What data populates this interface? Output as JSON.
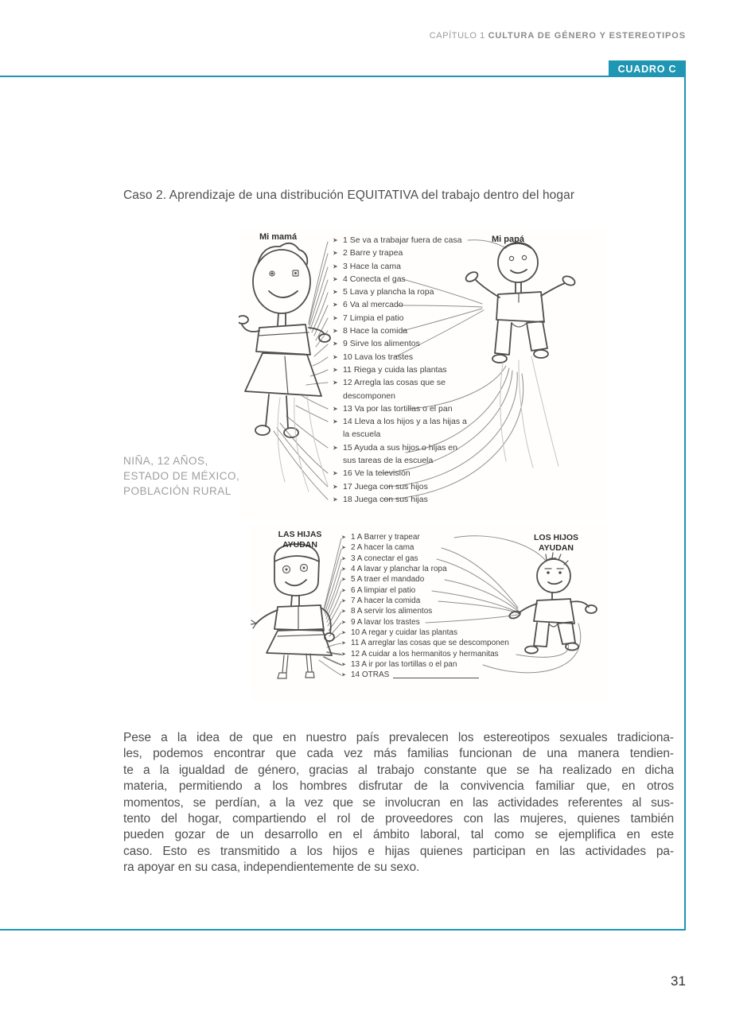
{
  "colors": {
    "accent": "#1e96b4"
  },
  "icons": {
    "arrow_bullet": "➤"
  },
  "header": {
    "chapter": "CAPÍTULO 1 ",
    "chapter_title": "CULTURA DE GÉNERO Y ESTEREOTIPOS",
    "tab": "CUADRO C"
  },
  "case_title": "Caso 2. Aprendizaje de una distribución EQUITATIVA del trabajo dentro del hogar",
  "drawing1": {
    "left_label": "Mi mamá",
    "right_label": "Mi papá",
    "items": [
      "1 Se va a trabajar fuera de casa",
      "2 Barre y trapea",
      "3 Hace la cama",
      "4 Conecta el gas",
      "5 Lava y plancha la ropa",
      "6 Va al mercado",
      "7 Limpia el patio",
      "8 Hace la comida",
      "9 Sirve los alimentos",
      "10 Lava los trastes",
      "11 Riega y cuida las plantas",
      "12 Arregla las cosas que se\ndescomponen",
      "13 Va por las tortillas o el pan",
      "14 Lleva a los hijos y a las hijas a\nla escuela",
      "15 Ayuda a sus hijos o hijas en\nsus tareas de la escuela",
      "16 Ve la televisión",
      "17 Juega con sus hijos",
      "18 Juega con sus hijas"
    ]
  },
  "source_note": {
    "line1": "NIÑA, 12 AÑOS,",
    "line2": "ESTADO DE MÉXICO,",
    "line3": "POBLACIÓN RURAL"
  },
  "drawing2": {
    "left_label": "LAS HIJAS\nAYUDAN",
    "right_label": "LOS HIJOS\nAYUDAN",
    "items": [
      "1 A Barrer y trapear",
      "2 A hacer la cama",
      "3 A conectar el gas",
      "4 A lavar y planchar la ropa",
      "5 A traer el mandado",
      "6 A limpiar el patio",
      "7 A hacer la comida",
      "8 A servir los alimentos",
      "9 A lavar los trastes",
      "10 A regar y cuidar las plantas",
      "11 A arreglar las cosas que se descomponen",
      "12 A cuidar a los hermanitos y hermanitas",
      "13 A ir por las tortillas o el pan",
      "14 OTRAS"
    ]
  },
  "paragraph": {
    "lines": [
      "Pese a la idea de que en nuestro país prevalecen los estereotipos sexuales tradiciona-",
      "les, podemos encontrar que cada vez más familias funcionan de una manera tendien-",
      "te a la igualdad de género, gracias al trabajo constante que se ha realizado en dicha",
      "materia, permitiendo a los hombres disfrutar de la convivencia familiar que, en otros",
      "momentos, se perdían, a la vez que se involucran en las actividades referentes al sus-",
      "tento del hogar, compartiendo el rol de proveedores con las mujeres, quienes también",
      "pueden gozar de un desarrollo en el ámbito laboral, tal como se ejemplifica en este",
      "caso. Esto es transmitido a los hijos e hijas quienes participan en las actividades pa-",
      "ra apoyar en su casa, independientemente de su sexo."
    ]
  },
  "footer": {
    "page_number": "31"
  }
}
